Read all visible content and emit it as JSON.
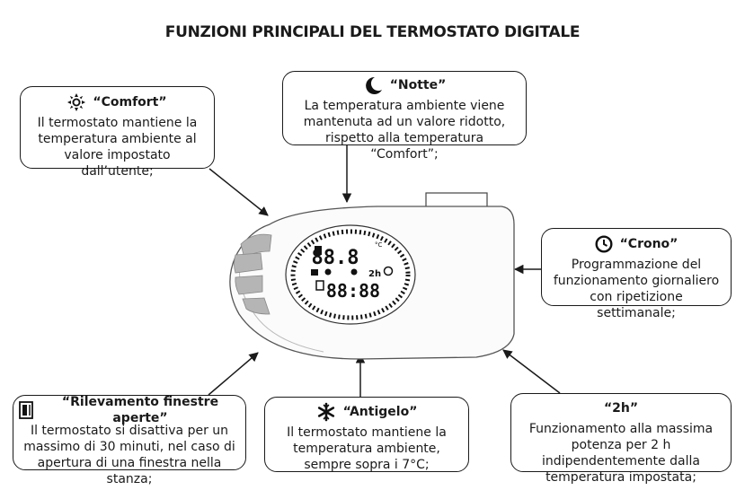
{
  "title": "FUNZIONI PRINCIPALI DEL TERMOSTATO DIGITALE",
  "boxes": {
    "comfort": {
      "label": "“Comfort”",
      "text": "Il termostato mantiene la temperatura ambiente al valore impostato dall’utente;",
      "icon": "sun-icon"
    },
    "notte": {
      "label": "“Notte”",
      "text": "La temperatura ambiente viene mantenuta ad un valore ridotto, rispetto alla temperatura “Comfort”;",
      "icon": "moon-icon"
    },
    "crono": {
      "label": "“Crono”",
      "text": "Programmazione del funzionamento giornaliero con ripetizione settimanale;",
      "icon": "clock-icon"
    },
    "finestre": {
      "label": "“Rilevamento finestre aperte”",
      "text": "Il termostato si disattiva per  un massimo di 30 minuti, nel caso di apertura di una finestra nella stanza;",
      "icon": "window-icon"
    },
    "antigelo": {
      "label": "“Antigelo”",
      "text": "Il termostato mantiene la temperatura ambiente, sempre sopra i 7°C;",
      "icon": "snowflake-icon"
    },
    "duehore": {
      "label": "“2h”",
      "text": "Funzionamento alla massima potenza per 2 h indipendentemente dalla temperatura impostata;"
    }
  },
  "display": {
    "top_digits": "88.8",
    "unit": "°C",
    "bottom_digits": "88:88",
    "mode_2h": "2h"
  }
}
